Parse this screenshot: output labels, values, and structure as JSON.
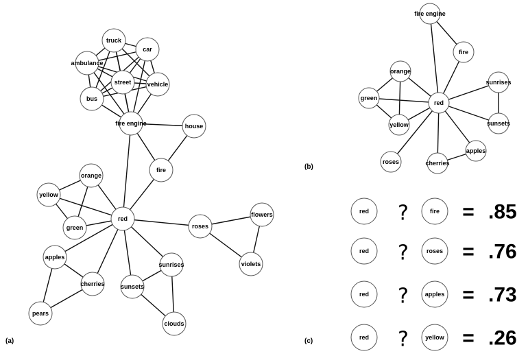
{
  "panels": {
    "a": {
      "label": "(a)",
      "nodes": [
        {
          "id": "truck",
          "label": "truck"
        },
        {
          "id": "car",
          "label": "car"
        },
        {
          "id": "ambulance",
          "label": "ambulance"
        },
        {
          "id": "street",
          "label": "street"
        },
        {
          "id": "vehicle",
          "label": "vehicle"
        },
        {
          "id": "bus",
          "label": "bus"
        },
        {
          "id": "fire-engine",
          "label": "fire engine"
        },
        {
          "id": "house",
          "label": "house"
        },
        {
          "id": "fire",
          "label": "fire"
        },
        {
          "id": "orange",
          "label": "orange"
        },
        {
          "id": "yellow",
          "label": "yellow"
        },
        {
          "id": "green",
          "label": "green"
        },
        {
          "id": "red",
          "label": "red"
        },
        {
          "id": "roses",
          "label": "roses"
        },
        {
          "id": "flowers",
          "label": "flowers"
        },
        {
          "id": "violets",
          "label": "violets"
        },
        {
          "id": "apples",
          "label": "apples"
        },
        {
          "id": "cherries",
          "label": "cherries"
        },
        {
          "id": "pears",
          "label": "pears"
        },
        {
          "id": "sunrises",
          "label": "sunrises"
        },
        {
          "id": "sunsets",
          "label": "sunsets"
        },
        {
          "id": "clouds",
          "label": "clouds"
        }
      ],
      "edges": [
        [
          "truck",
          "car"
        ],
        [
          "truck",
          "ambulance"
        ],
        [
          "truck",
          "street"
        ],
        [
          "truck",
          "vehicle"
        ],
        [
          "truck",
          "bus"
        ],
        [
          "truck",
          "fire-engine"
        ],
        [
          "car",
          "ambulance"
        ],
        [
          "car",
          "street"
        ],
        [
          "car",
          "vehicle"
        ],
        [
          "car",
          "bus"
        ],
        [
          "car",
          "fire-engine"
        ],
        [
          "ambulance",
          "street"
        ],
        [
          "ambulance",
          "vehicle"
        ],
        [
          "ambulance",
          "bus"
        ],
        [
          "ambulance",
          "fire-engine"
        ],
        [
          "street",
          "vehicle"
        ],
        [
          "street",
          "bus"
        ],
        [
          "street",
          "fire-engine"
        ],
        [
          "vehicle",
          "bus"
        ],
        [
          "vehicle",
          "fire-engine"
        ],
        [
          "bus",
          "fire-engine"
        ],
        [
          "fire-engine",
          "house"
        ],
        [
          "fire-engine",
          "fire"
        ],
        [
          "fire-engine",
          "red"
        ],
        [
          "house",
          "fire"
        ],
        [
          "fire",
          "red"
        ],
        [
          "orange",
          "yellow"
        ],
        [
          "orange",
          "green"
        ],
        [
          "orange",
          "red"
        ],
        [
          "yellow",
          "green"
        ],
        [
          "yellow",
          "red"
        ],
        [
          "green",
          "red"
        ],
        [
          "red",
          "roses"
        ],
        [
          "roses",
          "flowers"
        ],
        [
          "roses",
          "violets"
        ],
        [
          "flowers",
          "violets"
        ],
        [
          "red",
          "apples"
        ],
        [
          "red",
          "cherries"
        ],
        [
          "apples",
          "cherries"
        ],
        [
          "apples",
          "pears"
        ],
        [
          "cherries",
          "pears"
        ],
        [
          "red",
          "sunrises"
        ],
        [
          "red",
          "sunsets"
        ],
        [
          "sunrises",
          "sunsets"
        ],
        [
          "sunrises",
          "clouds"
        ],
        [
          "sunsets",
          "clouds"
        ]
      ]
    },
    "b": {
      "label": "(b)",
      "nodes": [
        {
          "id": "fire-engine",
          "label": "fire engine"
        },
        {
          "id": "fire",
          "label": "fire"
        },
        {
          "id": "orange",
          "label": "orange"
        },
        {
          "id": "sunrises",
          "label": "sunrises"
        },
        {
          "id": "green",
          "label": "green"
        },
        {
          "id": "red",
          "label": "red"
        },
        {
          "id": "yellow",
          "label": "yellow"
        },
        {
          "id": "sunsets",
          "label": "sunsets"
        },
        {
          "id": "apples",
          "label": "apples"
        },
        {
          "id": "roses",
          "label": "roses"
        },
        {
          "id": "cherries",
          "label": "cherries"
        }
      ],
      "edges": [
        [
          "fire-engine",
          "fire"
        ],
        [
          "fire-engine",
          "red"
        ],
        [
          "fire",
          "red"
        ],
        [
          "orange",
          "green"
        ],
        [
          "orange",
          "yellow"
        ],
        [
          "orange",
          "red"
        ],
        [
          "green",
          "yellow"
        ],
        [
          "green",
          "red"
        ],
        [
          "yellow",
          "red"
        ],
        [
          "red",
          "sunrises"
        ],
        [
          "red",
          "sunsets"
        ],
        [
          "sunrises",
          "sunsets"
        ],
        [
          "red",
          "apples"
        ],
        [
          "red",
          "cherries"
        ],
        [
          "apples",
          "cherries"
        ],
        [
          "red",
          "roses"
        ]
      ]
    },
    "c": {
      "label": "(c)",
      "question_mark": "?",
      "equals": "=",
      "rows": [
        {
          "left": "red",
          "right": "fire",
          "score": ".85"
        },
        {
          "left": "red",
          "right": "roses",
          "score": ".76"
        },
        {
          "left": "red",
          "right": "apples",
          "score": ".73"
        },
        {
          "left": "red",
          "right": "yellow",
          "score": ".26"
        }
      ]
    }
  }
}
